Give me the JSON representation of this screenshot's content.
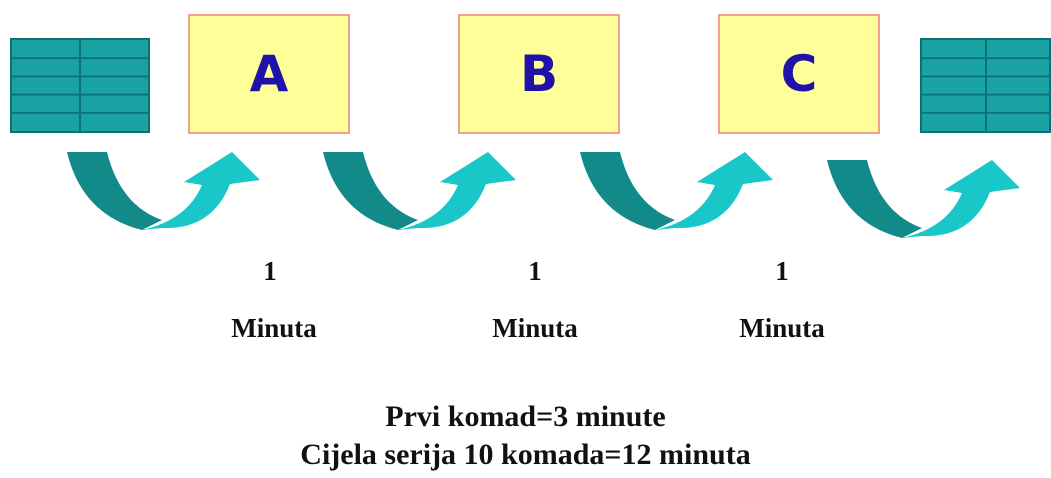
{
  "stations": [
    {
      "label": "A",
      "time_value": "1",
      "time_unit": "Minuta"
    },
    {
      "label": "B",
      "time_value": "1",
      "time_unit": "Minuta"
    },
    {
      "label": "C",
      "time_value": "1",
      "time_unit": "Minuta"
    }
  ],
  "summary": {
    "first_piece": "Prvi komad=3 minute",
    "whole_batch": "Cijela serija 10 komada=12 minuta"
  },
  "colors": {
    "station_fill": "#ffff99",
    "station_border": "#f2a08c",
    "station_text": "#1f12a8",
    "grid_fill": "#1aa3a3",
    "grid_line": "#0e6f78",
    "arrow_dark": "#138a8a",
    "arrow_light": "#19c6c8"
  },
  "icons": {
    "input_stock": "table-grid-icon",
    "output_stock": "table-grid-icon",
    "flow": "curved-arrow-icon"
  }
}
